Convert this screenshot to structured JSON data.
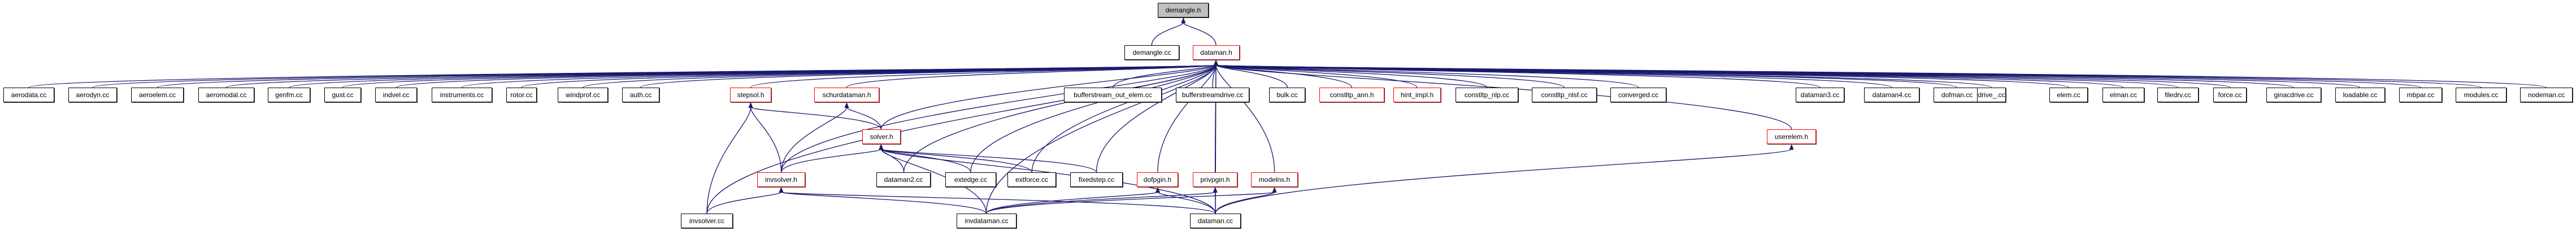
{
  "diagram": {
    "type": "include-dependency-graph",
    "root": "demangle.h",
    "colors": {
      "edge": "#191970",
      "normal_border": "#000000",
      "truncated_border": "#ff0000",
      "root_fill": "#bfbfbf"
    },
    "nodes": [
      {
        "id": "demangle_h",
        "label": "demangle.h",
        "kind": "root"
      },
      {
        "id": "demangle_cc",
        "label": "demangle.cc",
        "kind": "normal"
      },
      {
        "id": "dataman_h",
        "label": "dataman.h",
        "kind": "truncated"
      },
      {
        "id": "aerodata_cc",
        "label": "aerodata.cc",
        "kind": "normal"
      },
      {
        "id": "aerodyn_cc",
        "label": "aerodyn.cc",
        "kind": "normal"
      },
      {
        "id": "aeroelem_cc",
        "label": "aeroelem.cc",
        "kind": "normal"
      },
      {
        "id": "aeromodal_cc",
        "label": "aeromodal.cc",
        "kind": "normal"
      },
      {
        "id": "genfm_cc",
        "label": "genfm.cc",
        "kind": "normal"
      },
      {
        "id": "gust_cc",
        "label": "gust.cc",
        "kind": "normal"
      },
      {
        "id": "indvel_cc",
        "label": "indvel.cc",
        "kind": "normal"
      },
      {
        "id": "instruments_cc",
        "label": "instruments.cc",
        "kind": "normal"
      },
      {
        "id": "rotor_cc",
        "label": "rotor.cc",
        "kind": "normal"
      },
      {
        "id": "windprof_cc",
        "label": "windprof.cc",
        "kind": "normal"
      },
      {
        "id": "auth_cc",
        "label": "auth.cc",
        "kind": "normal"
      },
      {
        "id": "stepsol_h",
        "label": "stepsol.h",
        "kind": "truncated"
      },
      {
        "id": "schurdataman_h",
        "label": "schurdataman.h",
        "kind": "truncated"
      },
      {
        "id": "bufferstream_out_elem_cc",
        "label": "bufferstream_out_elem.cc",
        "kind": "normal"
      },
      {
        "id": "bufferstreamdrive_cc",
        "label": "bufferstreamdrive.cc",
        "kind": "normal"
      },
      {
        "id": "bulk_cc",
        "label": "bulk.cc",
        "kind": "normal"
      },
      {
        "id": "constltp_ann_h",
        "label": "constltp_ann.h",
        "kind": "truncated"
      },
      {
        "id": "hint_impl_h",
        "label": "hint_impl.h",
        "kind": "truncated"
      },
      {
        "id": "constltp_nlp_cc",
        "label": "constltp_nlp.cc",
        "kind": "normal"
      },
      {
        "id": "constltp_nlsf_cc",
        "label": "constltp_nlsf.cc",
        "kind": "normal"
      },
      {
        "id": "converged_cc",
        "label": "converged.cc",
        "kind": "normal"
      },
      {
        "id": "dataman3_cc",
        "label": "dataman3.cc",
        "kind": "normal"
      },
      {
        "id": "dataman4_cc",
        "label": "dataman4.cc",
        "kind": "normal"
      },
      {
        "id": "dofman_cc",
        "label": "dofman.cc",
        "kind": "normal"
      },
      {
        "id": "drive__cc",
        "label": "drive_.cc",
        "kind": "normal"
      },
      {
        "id": "elem_cc",
        "label": "elem.cc",
        "kind": "normal"
      },
      {
        "id": "elman_cc",
        "label": "elman.cc",
        "kind": "normal"
      },
      {
        "id": "filedrv_cc",
        "label": "filedrv.cc",
        "kind": "normal"
      },
      {
        "id": "force_cc",
        "label": "force.cc",
        "kind": "normal"
      },
      {
        "id": "ginacdrive_cc",
        "label": "ginacdrive.cc",
        "kind": "normal"
      },
      {
        "id": "loadable_cc",
        "label": "loadable.cc",
        "kind": "normal"
      },
      {
        "id": "mbpar_cc",
        "label": "mbpar.cc",
        "kind": "normal"
      },
      {
        "id": "modules_cc",
        "label": "modules.cc",
        "kind": "normal"
      },
      {
        "id": "nodeman_cc",
        "label": "nodeman.cc",
        "kind": "normal"
      },
      {
        "id": "solver_h",
        "label": "solver.h",
        "kind": "truncated"
      },
      {
        "id": "userelem_h",
        "label": "userelem.h",
        "kind": "truncated"
      },
      {
        "id": "invsolver_h",
        "label": "invsolver.h",
        "kind": "truncated"
      },
      {
        "id": "dataman2_cc",
        "label": "dataman2.cc",
        "kind": "normal"
      },
      {
        "id": "extedge_cc",
        "label": "extedge.cc",
        "kind": "normal"
      },
      {
        "id": "extforce_cc",
        "label": "extforce.cc",
        "kind": "normal"
      },
      {
        "id": "fixedstep_cc",
        "label": "fixedstep.cc",
        "kind": "normal"
      },
      {
        "id": "dofpgin_h",
        "label": "dofpgin.h",
        "kind": "truncated"
      },
      {
        "id": "privpgin_h",
        "label": "privpgin.h",
        "kind": "truncated"
      },
      {
        "id": "modelns_h",
        "label": "modelns.h",
        "kind": "truncated"
      },
      {
        "id": "invsolver_cc",
        "label": "invsolver.cc",
        "kind": "normal"
      },
      {
        "id": "invdataman_cc",
        "label": "invdataman.cc",
        "kind": "normal"
      },
      {
        "id": "dataman_cc",
        "label": "dataman.cc",
        "kind": "normal"
      }
    ],
    "edges": [
      [
        "demangle_cc",
        "demangle_h"
      ],
      [
        "dataman_h",
        "demangle_h"
      ],
      [
        "aerodata_cc",
        "dataman_h"
      ],
      [
        "aerodyn_cc",
        "dataman_h"
      ],
      [
        "aeroelem_cc",
        "dataman_h"
      ],
      [
        "aeromodal_cc",
        "dataman_h"
      ],
      [
        "genfm_cc",
        "dataman_h"
      ],
      [
        "gust_cc",
        "dataman_h"
      ],
      [
        "indvel_cc",
        "dataman_h"
      ],
      [
        "instruments_cc",
        "dataman_h"
      ],
      [
        "rotor_cc",
        "dataman_h"
      ],
      [
        "windprof_cc",
        "dataman_h"
      ],
      [
        "auth_cc",
        "dataman_h"
      ],
      [
        "stepsol_h",
        "dataman_h"
      ],
      [
        "schurdataman_h",
        "dataman_h"
      ],
      [
        "bufferstream_out_elem_cc",
        "dataman_h"
      ],
      [
        "bufferstreamdrive_cc",
        "dataman_h"
      ],
      [
        "bulk_cc",
        "dataman_h"
      ],
      [
        "constltp_ann_h",
        "dataman_h"
      ],
      [
        "hint_impl_h",
        "dataman_h"
      ],
      [
        "constltp_nlp_cc",
        "dataman_h"
      ],
      [
        "constltp_nlsf_cc",
        "dataman_h"
      ],
      [
        "converged_cc",
        "dataman_h"
      ],
      [
        "dataman3_cc",
        "dataman_h"
      ],
      [
        "dataman4_cc",
        "dataman_h"
      ],
      [
        "dofman_cc",
        "dataman_h"
      ],
      [
        "drive__cc",
        "dataman_h"
      ],
      [
        "elem_cc",
        "dataman_h"
      ],
      [
        "elman_cc",
        "dataman_h"
      ],
      [
        "filedrv_cc",
        "dataman_h"
      ],
      [
        "force_cc",
        "dataman_h"
      ],
      [
        "ginacdrive_cc",
        "dataman_h"
      ],
      [
        "loadable_cc",
        "dataman_h"
      ],
      [
        "mbpar_cc",
        "dataman_h"
      ],
      [
        "modules_cc",
        "dataman_h"
      ],
      [
        "nodeman_cc",
        "dataman_h"
      ],
      [
        "solver_h",
        "dataman_h"
      ],
      [
        "userelem_h",
        "dataman_h"
      ],
      [
        "invsolver_h",
        "dataman_h"
      ],
      [
        "dataman2_cc",
        "dataman_h"
      ],
      [
        "extedge_cc",
        "dataman_h"
      ],
      [
        "extforce_cc",
        "dataman_h"
      ],
      [
        "fixedstep_cc",
        "dataman_h"
      ],
      [
        "dofpgin_h",
        "dataman_h"
      ],
      [
        "privpgin_h",
        "dataman_h"
      ],
      [
        "modelns_h",
        "dataman_h"
      ],
      [
        "invsolver_cc",
        "dataman_h"
      ],
      [
        "invdataman_cc",
        "dataman_h"
      ],
      [
        "dataman_cc",
        "dataman_h"
      ],
      [
        "solver_h",
        "stepsol_h"
      ],
      [
        "invsolver_h",
        "stepsol_h"
      ],
      [
        "invsolver_cc",
        "stepsol_h"
      ],
      [
        "solver_h",
        "schurdataman_h"
      ],
      [
        "invsolver_h",
        "schurdataman_h"
      ],
      [
        "invsolver_h",
        "solver_h"
      ],
      [
        "dataman2_cc",
        "solver_h"
      ],
      [
        "extedge_cc",
        "solver_h"
      ],
      [
        "extforce_cc",
        "solver_h"
      ],
      [
        "fixedstep_cc",
        "solver_h"
      ],
      [
        "invdataman_cc",
        "solver_h"
      ],
      [
        "dataman_cc",
        "solver_h"
      ],
      [
        "invsolver_cc",
        "invsolver_h"
      ],
      [
        "invdataman_cc",
        "invsolver_h"
      ],
      [
        "dataman_cc",
        "invsolver_h"
      ],
      [
        "invdataman_cc",
        "dofpgin_h"
      ],
      [
        "invdataman_cc",
        "privpgin_h"
      ],
      [
        "invdataman_cc",
        "modelns_h"
      ],
      [
        "dataman_cc",
        "dofpgin_h"
      ],
      [
        "dataman_cc",
        "privpgin_h"
      ],
      [
        "dataman_cc",
        "modelns_h"
      ],
      [
        "dataman_cc",
        "userelem_h"
      ]
    ]
  }
}
